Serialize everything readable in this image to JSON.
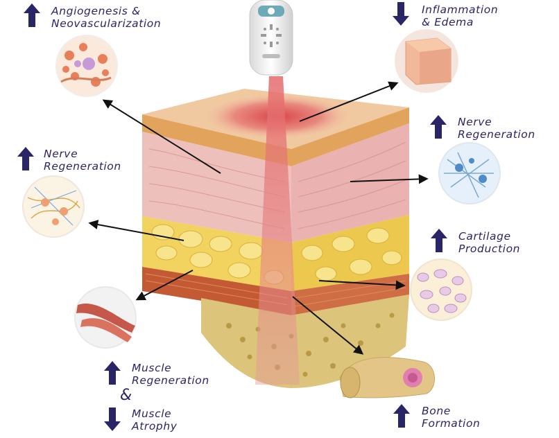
{
  "colors": {
    "label_text": "#2a2566",
    "indicator": "#2a2566",
    "pointer": "#111111",
    "beam": "#e07a70",
    "skin": "#eab7b2",
    "fat": "#f0d45a",
    "muscle": "#c9603d",
    "bone": "#ddc77e"
  },
  "effects": [
    {
      "id": "angiogenesis",
      "direction": "up",
      "line1": "Angiogenesis &",
      "line2": "Neovascularization",
      "icon": "cells-blood-vessel-icon"
    },
    {
      "id": "inflammation",
      "direction": "down",
      "line1": "Inflammation",
      "line2": "& Edema",
      "icon": "tissue-block-icon"
    },
    {
      "id": "nerve-right",
      "direction": "up",
      "line1": "Nerve",
      "line2": "Regeneration",
      "icon": "neuron-network-icon"
    },
    {
      "id": "nerve-left",
      "direction": "up",
      "line1": "Nerve",
      "line2": "Regeneration",
      "icon": "nerve-cells-icon"
    },
    {
      "id": "cartilage",
      "direction": "up",
      "line1": "Cartilage",
      "line2": "Production",
      "icon": "chondrocytes-icon"
    },
    {
      "id": "muscle-regeneration",
      "direction": "up",
      "line1": "Muscle",
      "line2": "Regeneration",
      "icon": "muscle-fiber-icon"
    },
    {
      "id": "muscle-atrophy",
      "direction": "down",
      "line1": "Muscle",
      "line2": "Atrophy",
      "icon": ""
    },
    {
      "id": "bone",
      "direction": "up",
      "line1": "Bone",
      "line2": "Formation",
      "icon": "bone-cross-section-icon"
    }
  ],
  "connector": "&"
}
